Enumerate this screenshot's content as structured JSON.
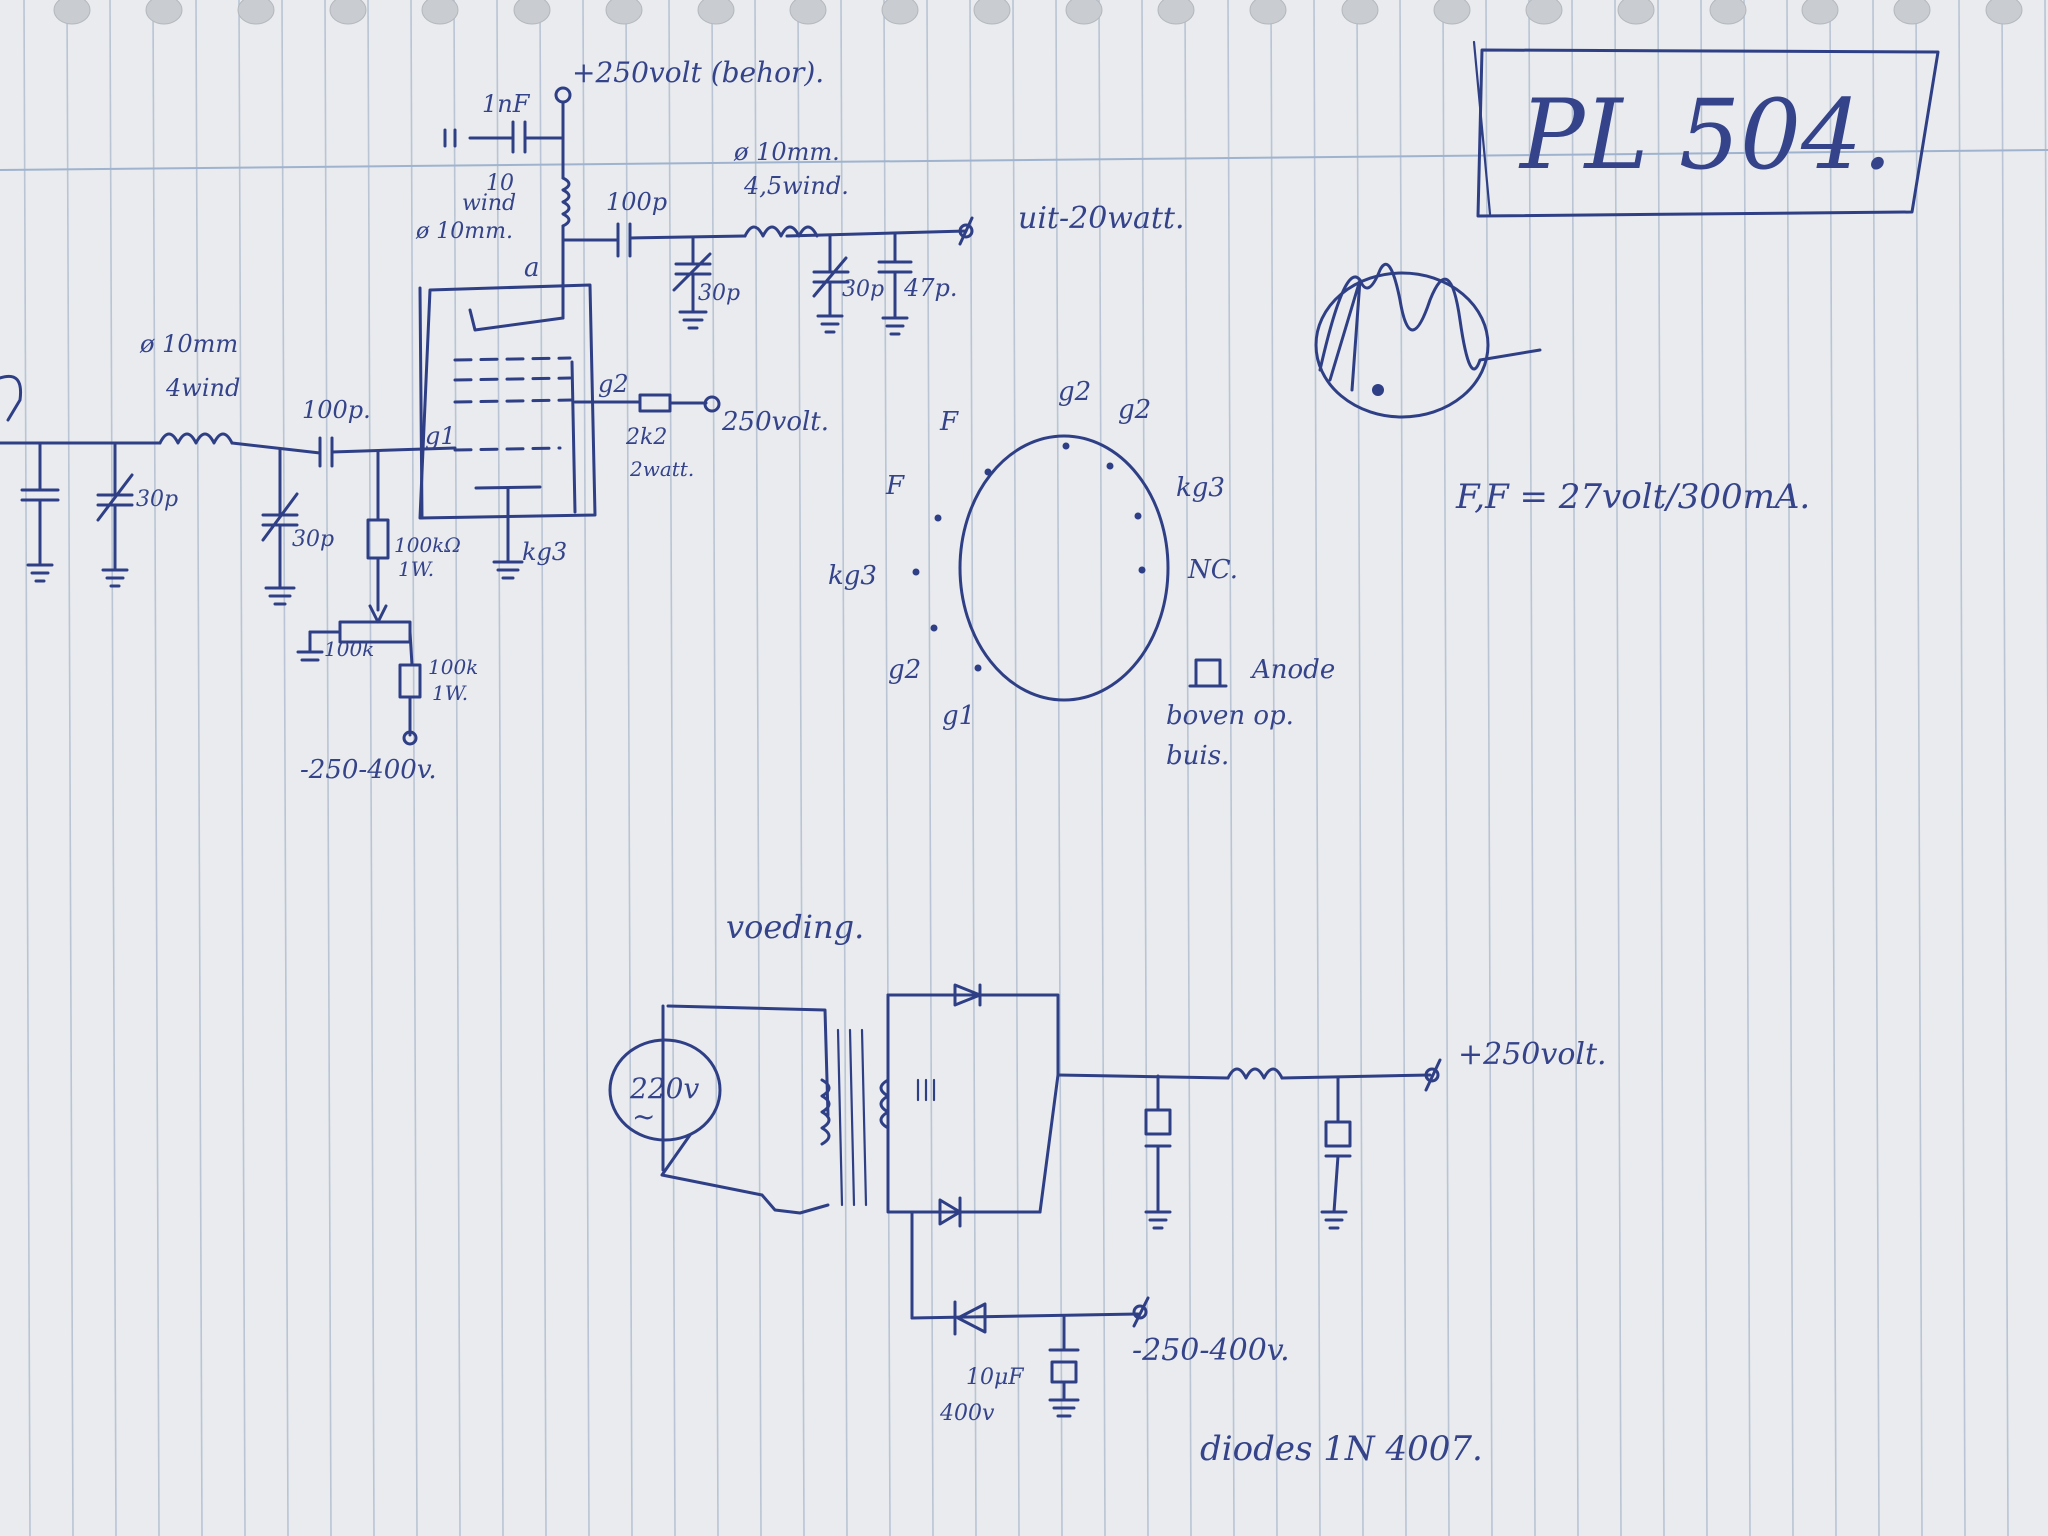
{
  "title": "PL 504.",
  "tube_circuit": {
    "supply_top": "+250volt (behor).",
    "decoupling_cap": "1nF",
    "anode_choke": [
      "10",
      "wind",
      "ø 10mm."
    ],
    "coupling_cap_out": "100p",
    "out_coil": [
      "ø 10mm.",
      "4,5wind."
    ],
    "output": "uit-20watt.",
    "out_trimmer_1": "30p",
    "out_trimmer_2": "30p",
    "out_cap": "47p.",
    "anode_pin": "a",
    "grid1_pin": "g1",
    "grid2_pin": "g2",
    "cathode_pin": "kg3",
    "input_coil": [
      "ø 10mm",
      "4wind"
    ],
    "input_trimmer_1": "30p",
    "input_trimmer_2": "30p",
    "coupling_cap_in": "100p.",
    "grid_resistor": [
      "100kΩ",
      "1W."
    ],
    "screen_resistor": [
      "2k2",
      "2watt."
    ],
    "screen_supply": "250volt.",
    "bias_pot": "100k",
    "bias_resistor": [
      "100k",
      "1W."
    ],
    "bias_supply": "-250-400v."
  },
  "pinout": {
    "labels": [
      "g2",
      "g2",
      "kg3",
      "NC.",
      "F",
      "F",
      "kg3",
      "g2",
      "g1"
    ],
    "anode_note": [
      "Anode",
      "boven op.",
      "buis."
    ]
  },
  "filament_note": "F,F = 27volt/300mA.",
  "power_supply": {
    "heading": "voeding.",
    "mains": "220v",
    "mains_symbol": "~",
    "output_positive": "+250volt.",
    "output_negative": "-250-400v.",
    "neg_cap": [
      "10μF",
      "400v"
    ],
    "diodes": "diodes 1N 4007."
  }
}
